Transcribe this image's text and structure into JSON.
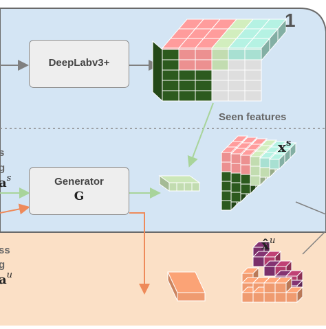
{
  "panel": {
    "number": "1"
  },
  "encoder": {
    "label": "DeepLabv3+"
  },
  "generator": {
    "label": "Generator",
    "symbol": "G"
  },
  "labels": {
    "seen_features": "Seen features",
    "left_seen_line1": "s",
    "left_seen_line2": "g",
    "left_seen_symbol": "a",
    "left_seen_sup": "s",
    "left_unseen_line1": "ss",
    "left_unseen_line2": "g",
    "left_unseen_symbol": "a",
    "left_unseen_sup": "u"
  },
  "math": {
    "xs_base": "x",
    "xs_sup": "s",
    "xu_base": "x̂",
    "xu_sup": "u"
  },
  "colors": {
    "seen_region": "#d4e5f4",
    "unseen_region": "#fbe0c6",
    "salmon": "#ec9090",
    "light_green": "#c2dcb0",
    "teal": "#a8e0d2",
    "dark_green": "#2c5a1e",
    "light_gray": "#dedede",
    "orange": "#ef9b70",
    "purple": "#7a2f6a",
    "magenta": "#b23c6c",
    "arrow_gray": "#808080",
    "arrow_green": "#a8d49a",
    "arrow_orange": "#ee8a5a"
  }
}
